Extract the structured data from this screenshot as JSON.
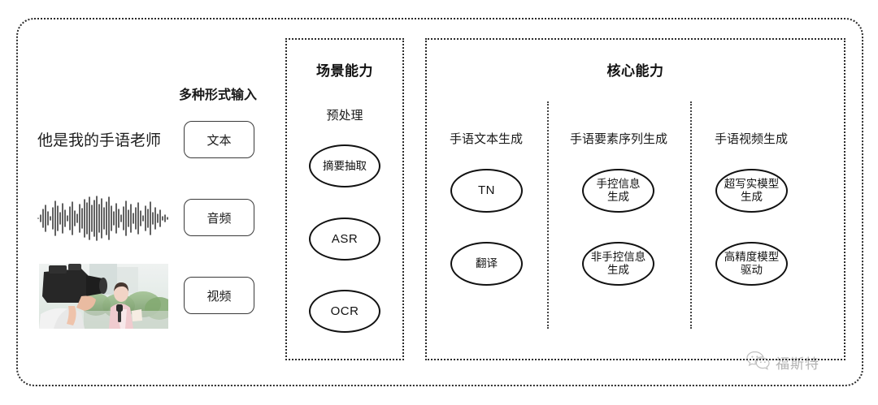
{
  "diagram": {
    "input_section": {
      "caption": "多种形式输入",
      "rows": [
        {
          "sample_text": "他是我的手语老师",
          "chip_label": "文本",
          "media": "text-sample"
        },
        {
          "sample_text": "",
          "chip_label": "音频",
          "media": "audio-waveform"
        },
        {
          "sample_text": "",
          "chip_label": "视频",
          "media": "video-thumbnail"
        }
      ]
    },
    "scene_panel": {
      "title": "场景能力",
      "sub_head": "预处理",
      "nodes": [
        {
          "label": "摘要抽取",
          "script": "cjk"
        },
        {
          "label": "ASR",
          "script": "latin"
        },
        {
          "label": "OCR",
          "script": "latin"
        }
      ]
    },
    "core_panel": {
      "title": "核心能力",
      "columns": [
        {
          "heading": "手语文本生成",
          "nodes": [
            {
              "label": "TN",
              "script": "latin"
            },
            {
              "label": "翻译",
              "script": "cjk"
            }
          ]
        },
        {
          "heading": "手语要素序列生成",
          "nodes": [
            {
              "label": "手控信息\n生成",
              "script": "cjk"
            },
            {
              "label": "非手控信息\n生成",
              "script": "cjk"
            }
          ]
        },
        {
          "heading": "手语视频生成",
          "nodes": [
            {
              "label": "超写实模型\n生成",
              "script": "cjk"
            },
            {
              "label": "高精度模型\n驱动",
              "script": "cjk"
            }
          ]
        }
      ]
    },
    "watermark": {
      "icon": "wechat-bubble-icon",
      "text": "福斯特"
    },
    "colors": {
      "stroke": "#111111",
      "dotted_border": "#2b2b2b",
      "chip_border": "#3a3a3a",
      "background": "#ffffff",
      "watermark": "#4a4a4a"
    }
  }
}
